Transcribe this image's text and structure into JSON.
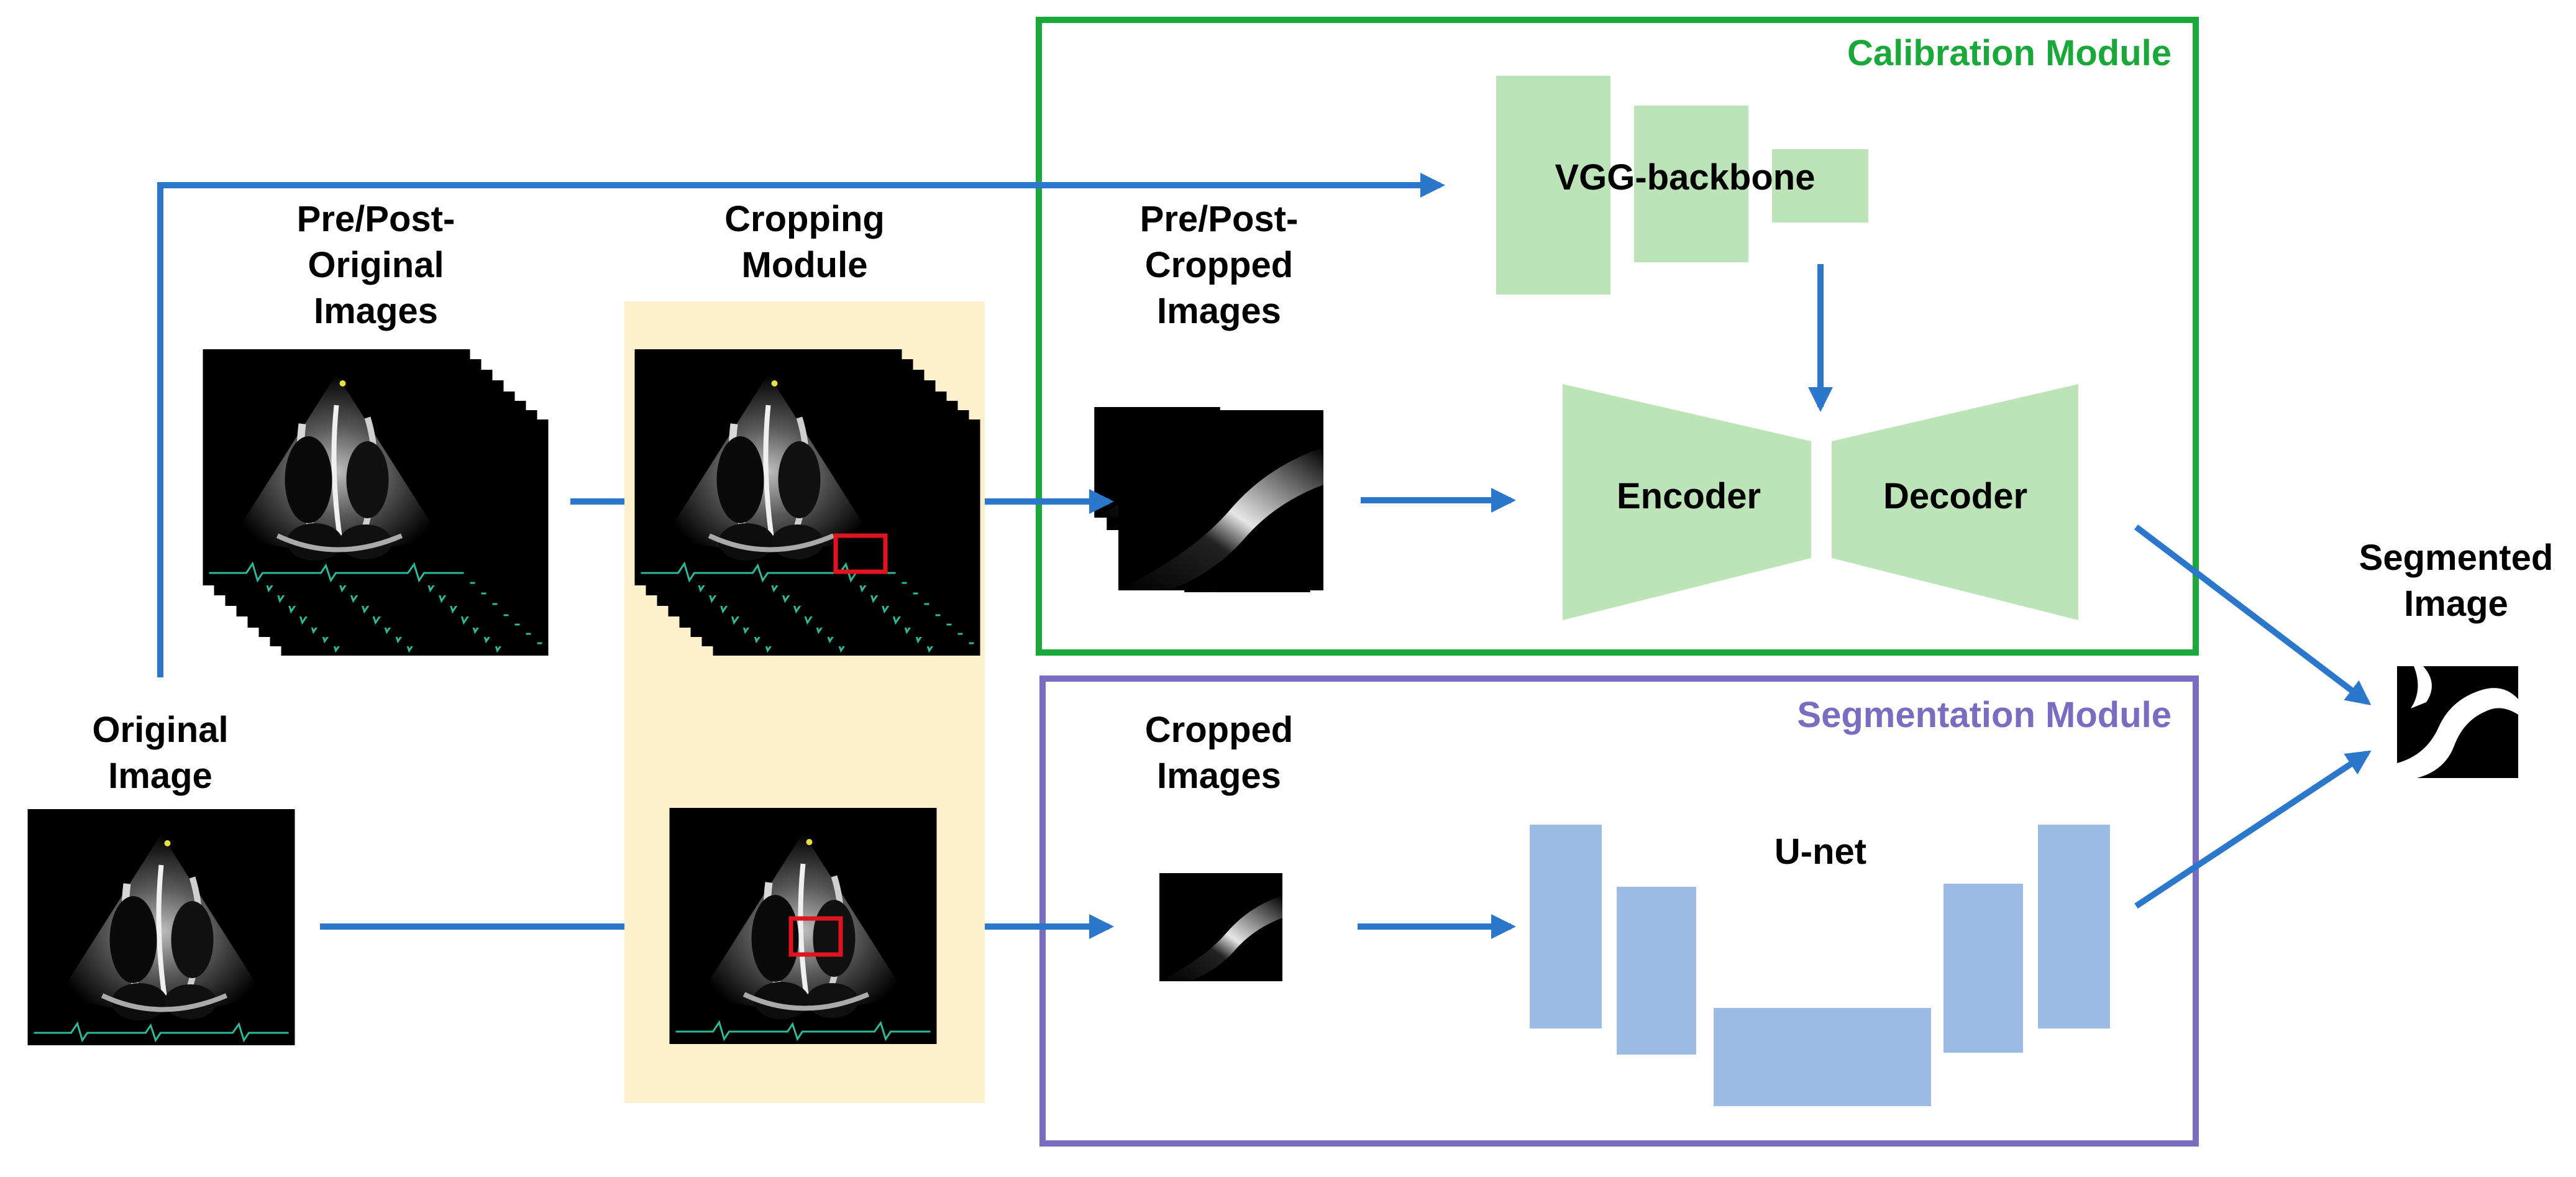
{
  "modules": {
    "calibration": {
      "title": "Calibration Module",
      "color": "#1aa83a"
    },
    "segmentation": {
      "title": "Segmentation Module",
      "color": "#7a6cc0"
    },
    "cropping": {
      "title_line1": "Cropping",
      "title_line2": "Module",
      "fill": "#fdf0cc"
    }
  },
  "labels": {
    "pre_post_original": [
      "Pre/Post-",
      "Original",
      "Images"
    ],
    "pre_post_cropped": [
      "Pre/Post-",
      "Cropped",
      "Images"
    ],
    "original_image": [
      "Original",
      "Image"
    ],
    "cropped_images": [
      "Cropped",
      "Images"
    ],
    "segmented_image": [
      "Segmented",
      "Image"
    ]
  },
  "blocks": {
    "vgg": "VGG-backbone",
    "encoder": "Encoder",
    "decoder": "Decoder",
    "unet": "U-net"
  },
  "colors": {
    "arrow": "#2a77cc",
    "green_block": "#bde3b8",
    "blue_block": "#9cbce6",
    "crop_box": "#e0141e",
    "ecg_line": "#2fb89a"
  }
}
